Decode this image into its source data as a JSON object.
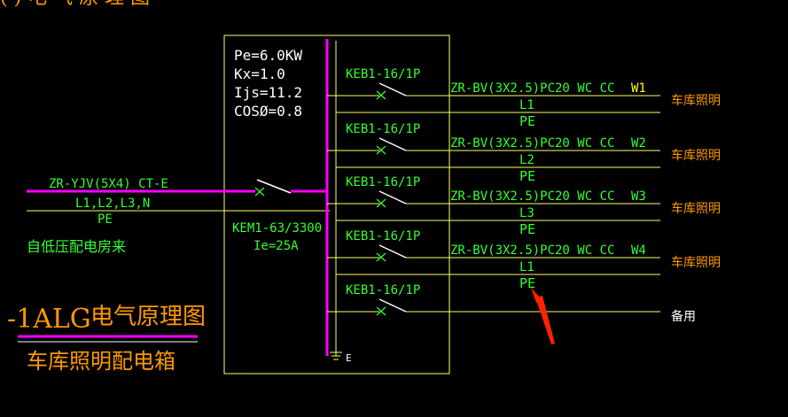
{
  "colors": {
    "background": "#000000",
    "line": "#ffff66",
    "busbar": "#ff00ff",
    "switch": "#ffffff",
    "label_green": "#33ff33",
    "label_white": "#ffffff",
    "label_orange": "#ff9900",
    "label_yellow": "#ffff00",
    "arrow": "#ff2200"
  },
  "top_partial_text": "(  ) 电 气 原 理 图",
  "panel": {
    "pe": "Pe=6.0KW",
    "kx": "Kx=1.0",
    "ijs": "Ijs=11.2",
    "cos": "COSØ=0.8",
    "main_breaker": "KEM1-63/3300",
    "main_current": "Ie=25A",
    "earth_label": "E"
  },
  "incoming": {
    "cable": "ZR-YJV(5X4) CT-E",
    "phases": "L1,L2,L3,N",
    "pe": "PE",
    "source": "自低压配电房来"
  },
  "circuits": [
    {
      "breaker": "KEB1-16/1P",
      "cable": "ZR-BV(3X2.5)PC20 WC CC",
      "id": "W1",
      "phase": "L1",
      "pe": "PE",
      "load": "车库照明"
    },
    {
      "breaker": "KEB1-16/1P",
      "cable": "ZR-BV(3X2.5)PC20 WC CC",
      "id": "W2",
      "phase": "L2",
      "pe": "PE",
      "load": "车库照明"
    },
    {
      "breaker": "KEB1-16/1P",
      "cable": "ZR-BV(3X2.5)PC20 WC CC",
      "id": "W3",
      "phase": "L3",
      "pe": "PE",
      "load": "车库照明"
    },
    {
      "breaker": "KEB1-16/1P",
      "cable": "ZR-BV(3X2.5)PC20 WC CC",
      "id": "W4",
      "phase": "L1",
      "pe": "PE",
      "load": "车库照明"
    },
    {
      "breaker": "KEB1-16/1P",
      "cable": "",
      "id": "",
      "phase": "",
      "pe": "",
      "load": "备用"
    }
  ],
  "title": {
    "code": "-1ALG",
    "name": "电气原理图",
    "subtitle": "车库照明配电箱"
  }
}
